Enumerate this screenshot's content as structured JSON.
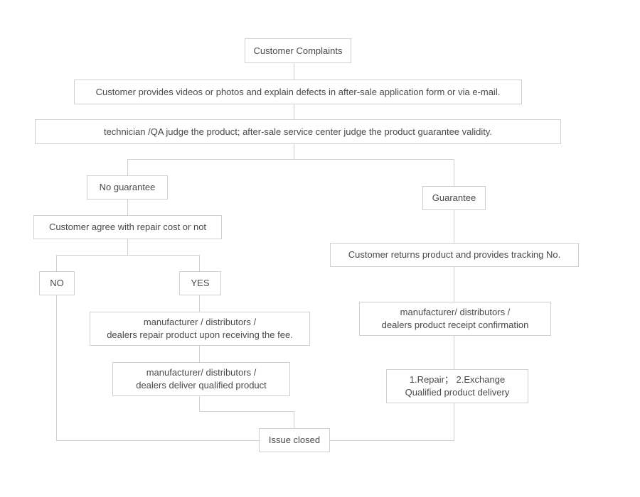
{
  "flowchart": {
    "nodes": {
      "complaints": "Customer Complaints",
      "provide_evidence": "Customer provides videos or photos and explain defects in after-sale application form or via e-mail.",
      "judge": "technician /QA judge the product; after-sale service center judge the product  guarantee  validity.",
      "no_guarantee": "No guarantee",
      "guarantee": "Guarantee",
      "agree_cost": "Customer agree with repair cost or not",
      "no": "NO",
      "yes": "YES",
      "repair_fee": {
        "line1": "manufacturer / distributors /",
        "line2": "dealers repair product upon receiving the fee."
      },
      "deliver_qualified": {
        "line1": "manufacturer/ distributors /",
        "line2": "dealers deliver qualified product"
      },
      "returns_product": "Customer returns product and provides tracking No.",
      "receipt_confirmation": {
        "line1": "manufacturer/ distributors /",
        "line2": "dealers product receipt confirmation"
      },
      "repair_exchange": {
        "line1": "1.Repair；  2.Exchange",
        "line2": "Qualified  product delivery"
      },
      "issue_closed": "Issue closed"
    },
    "colors": {
      "border": "#cfcfcf",
      "connector": "#cfcfcf",
      "text": "#4a4a4a",
      "background": "#ffffff"
    }
  }
}
